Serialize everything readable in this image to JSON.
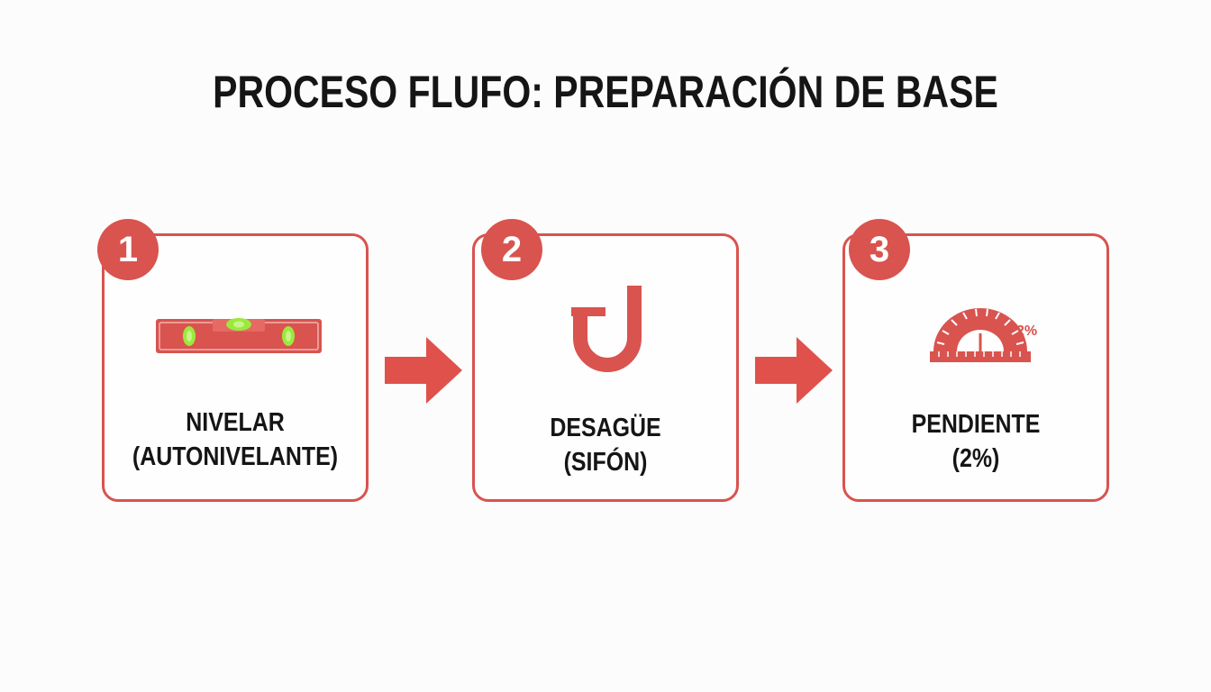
{
  "title": "PROCESO FLUFO: PREPARACIÓN DE BASE",
  "colors": {
    "accent": "#d9534f",
    "bubble": "#9be93c",
    "text": "#151515",
    "background": "#fbfcfb"
  },
  "steps": [
    {
      "number": "1",
      "line1": "NIVELAR",
      "line2": "(AUTONIVELANTE)",
      "icon": "spirit-level-icon"
    },
    {
      "number": "2",
      "line1": "DESAGÜE",
      "line2": "(SIFÓN)",
      "icon": "drain-trap-icon"
    },
    {
      "number": "3",
      "line1": "PENDIENTE",
      "line2": "(2%)",
      "icon": "protractor-icon",
      "icon_text": "2%"
    }
  ],
  "connectors": [
    "arrow-right-icon",
    "arrow-right-icon"
  ]
}
